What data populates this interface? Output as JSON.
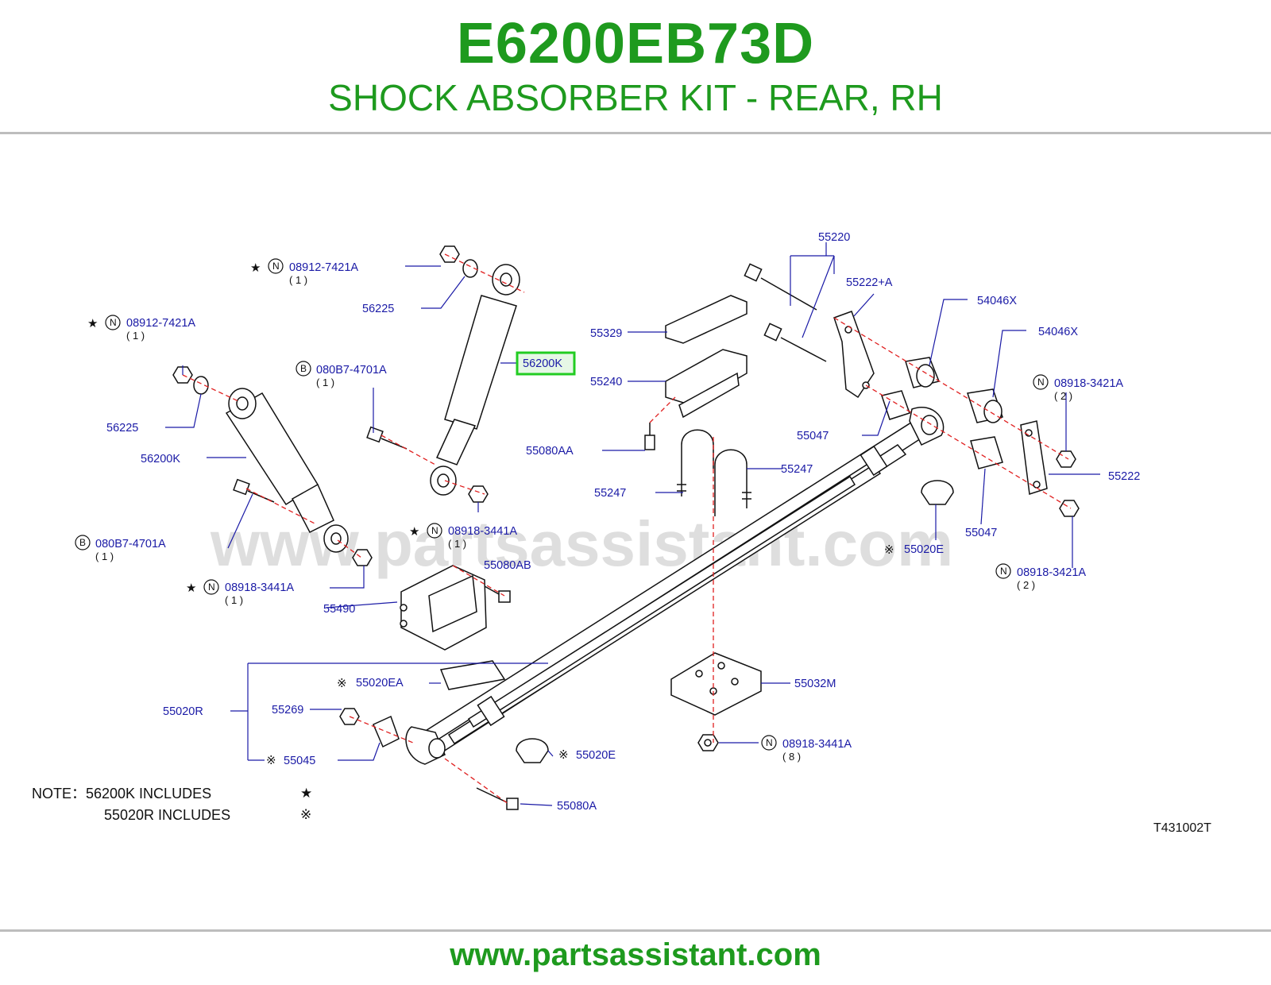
{
  "header": {
    "part_number": "E6200EB73D",
    "description": "SHOCK ABSORBER KIT - REAR, RH"
  },
  "watermark": "www.partsassistant.com",
  "footer": {
    "url": "www.partsassistant.com"
  },
  "diagram_code": "T431002T",
  "callouts": {
    "c_55220": "55220",
    "c_55222a": "55222+A",
    "c_54046x_1": "54046X",
    "c_54046x_2": "54046X",
    "c_08918_r1": "08918-3421A",
    "c_08918_r1_qty": "( 2 )",
    "c_55222": "55222",
    "c_55047_1": "55047",
    "c_55047_2": "55047",
    "c_55020e_1": "55020E",
    "c_08918_r2": "08918-3421A",
    "c_08918_r2_qty": "( 2 )",
    "c_55329": "55329",
    "c_55240": "55240",
    "c_55080aa": "55080AA",
    "c_55247_1": "55247",
    "c_55247_2": "55247",
    "c_08912_a": "08912-7421A",
    "c_08912_a_qty": "( 1 )",
    "c_56225_a": "56225",
    "c_56200k_hl": "56200K",
    "c_080b7_a": "080B7-4701A",
    "c_080b7_a_qty": "( 1 )",
    "c_08918_a": "08918-3441A",
    "c_08918_a_qty": "( 1 )",
    "c_55080ab": "55080AB",
    "c_55490": "55490",
    "c_08912_b": "08912-7421A",
    "c_08912_b_qty": "( 1 )",
    "c_56225_b": "56225",
    "c_56200k": "56200K",
    "c_080b7_b": "080B7-4701A",
    "c_080b7_b_qty": "( 1 )",
    "c_08918_b": "08918-3441A",
    "c_08918_b_qty": "( 1 )",
    "c_55020r": "55020R",
    "c_55020ea": "55020EA",
    "c_55269": "55269",
    "c_55045": "55045",
    "c_55020e_2": "55020E",
    "c_55080a": "55080A",
    "c_55032m": "55032M",
    "c_08918_c": "08918-3441A",
    "c_08918_c_qty": "( 8 )"
  },
  "symbols": {
    "star": "★",
    "kome": "※",
    "circle_n": "N",
    "circle_b": "B"
  },
  "notes": {
    "line1_prefix": "NOTE：56200K   INCLUDES",
    "line2_prefix": "55020R   INCLUDES"
  },
  "colors": {
    "brand_green": "#1e9a1e",
    "callout_blue": "#1a1aa6",
    "center_line_red": "#e02020",
    "highlight_green": "#22cc22"
  }
}
